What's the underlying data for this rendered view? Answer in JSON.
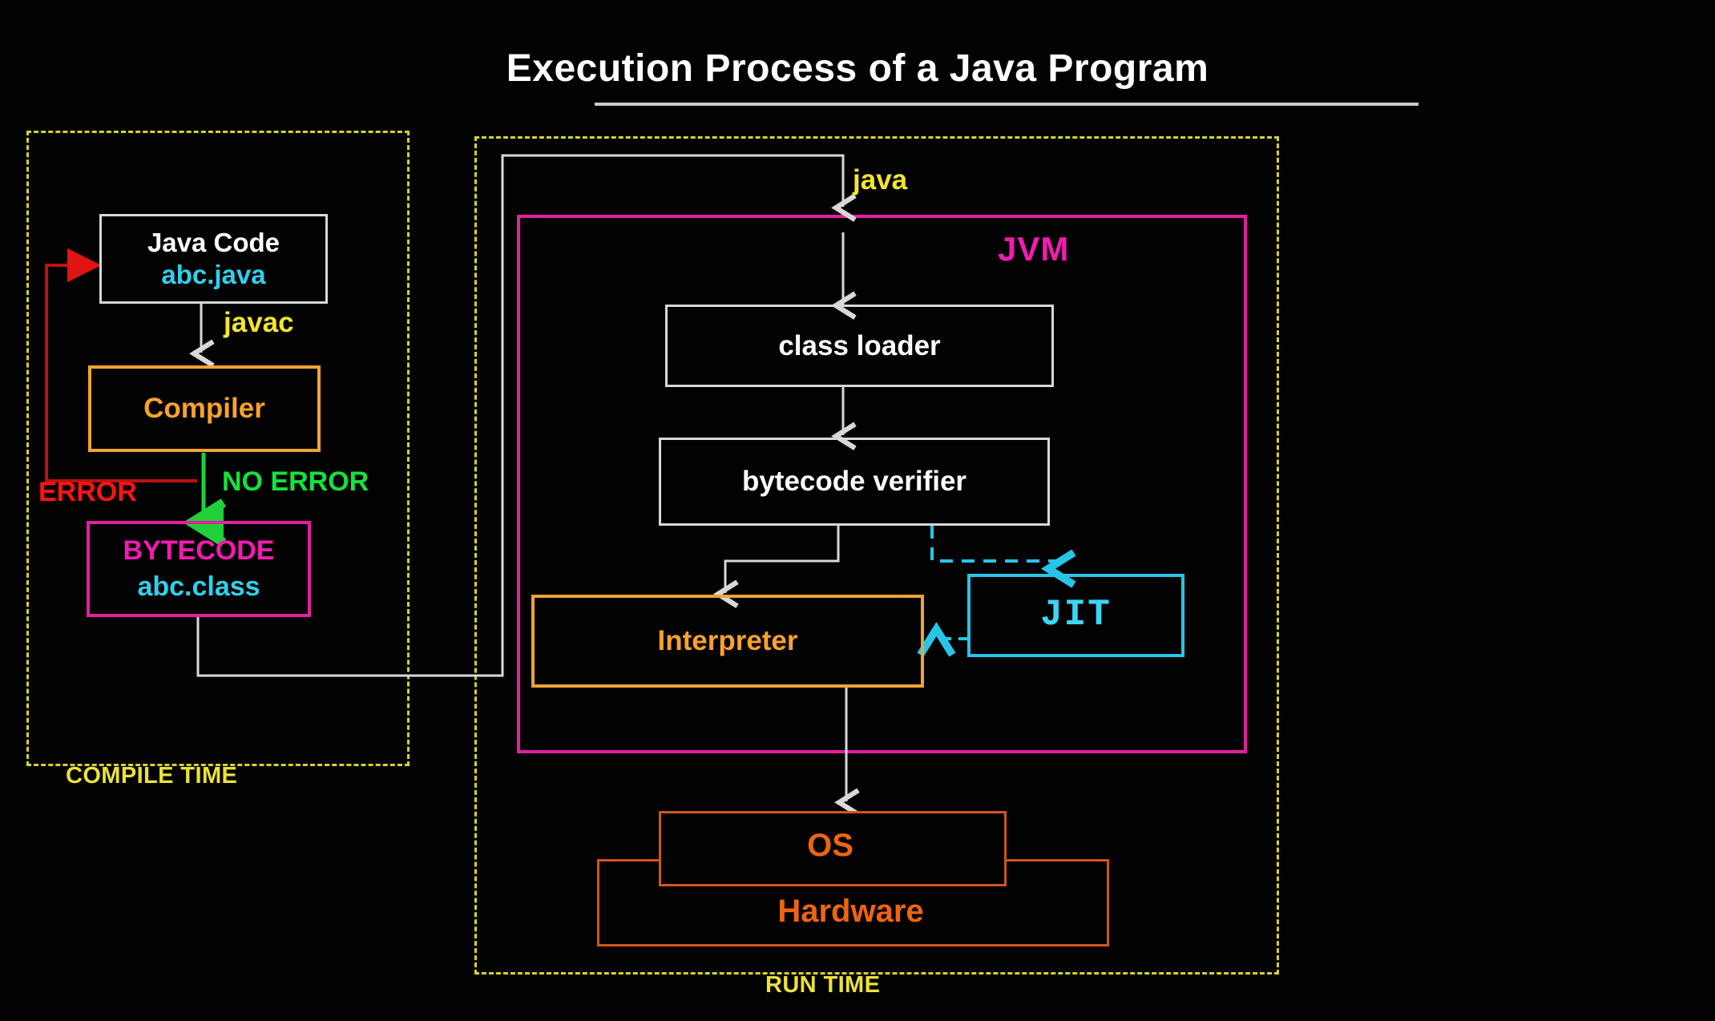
{
  "diagram": {
    "title": "Execution Process of a Java Program",
    "sections": [
      {
        "id": "compile-time",
        "label": "COMPILE TIME"
      },
      {
        "id": "run-time",
        "label": "RUN TIME"
      }
    ],
    "nodes": {
      "java_code": {
        "line1": "Java Code",
        "line2": "abc.java"
      },
      "compiler": {
        "line1": "Compiler"
      },
      "bytecode": {
        "line1": "BYTECODE",
        "line2": "abc.class"
      },
      "class_loader": {
        "line1": "class loader"
      },
      "bytecode_verifier": {
        "line1": "bytecode verifier"
      },
      "interpreter": {
        "line1": "Interpreter"
      },
      "jit": {
        "line1": "JIT"
      },
      "os": {
        "line1": "OS"
      },
      "hardware": {
        "line1": "Hardware"
      },
      "jvm": {
        "label": "JVM"
      }
    },
    "edge_labels": {
      "javac": "javac",
      "java": "java",
      "error": "ERROR",
      "no_error": "NO ERROR"
    },
    "colors": {
      "background": "#000000",
      "title": "#ffffff",
      "section_dashed": "#d6d32b",
      "section_label": "#ece238",
      "white_box": "#d8d8d8",
      "orange_box": "#f0a335",
      "magenta_box": "#e31fa0",
      "cyan_box": "#27c5e8",
      "dark_orange_box": "#d0561a",
      "java_code_text": "#ffffff",
      "file_name_text": "#2fd0ec",
      "compiler_text": "#f9a22b",
      "bytecode_text": "#f51bb0",
      "javac_label": "#f2e52e",
      "java_label": "#f2e52e",
      "error_label": "#fb1414",
      "no_error_label": "#14e33b",
      "jvm_label": "#f51bb0",
      "jit_text": "#3ad6f2",
      "interpreter_text": "#f9a22b",
      "os_text": "#ef6410",
      "hardware_text": "#ef6410",
      "error_arrow": "#c01010",
      "no_error_arrow": "#1fd03a",
      "flow_arrow": "#d8d8d8",
      "jit_arrow": "#27c5e8"
    }
  }
}
